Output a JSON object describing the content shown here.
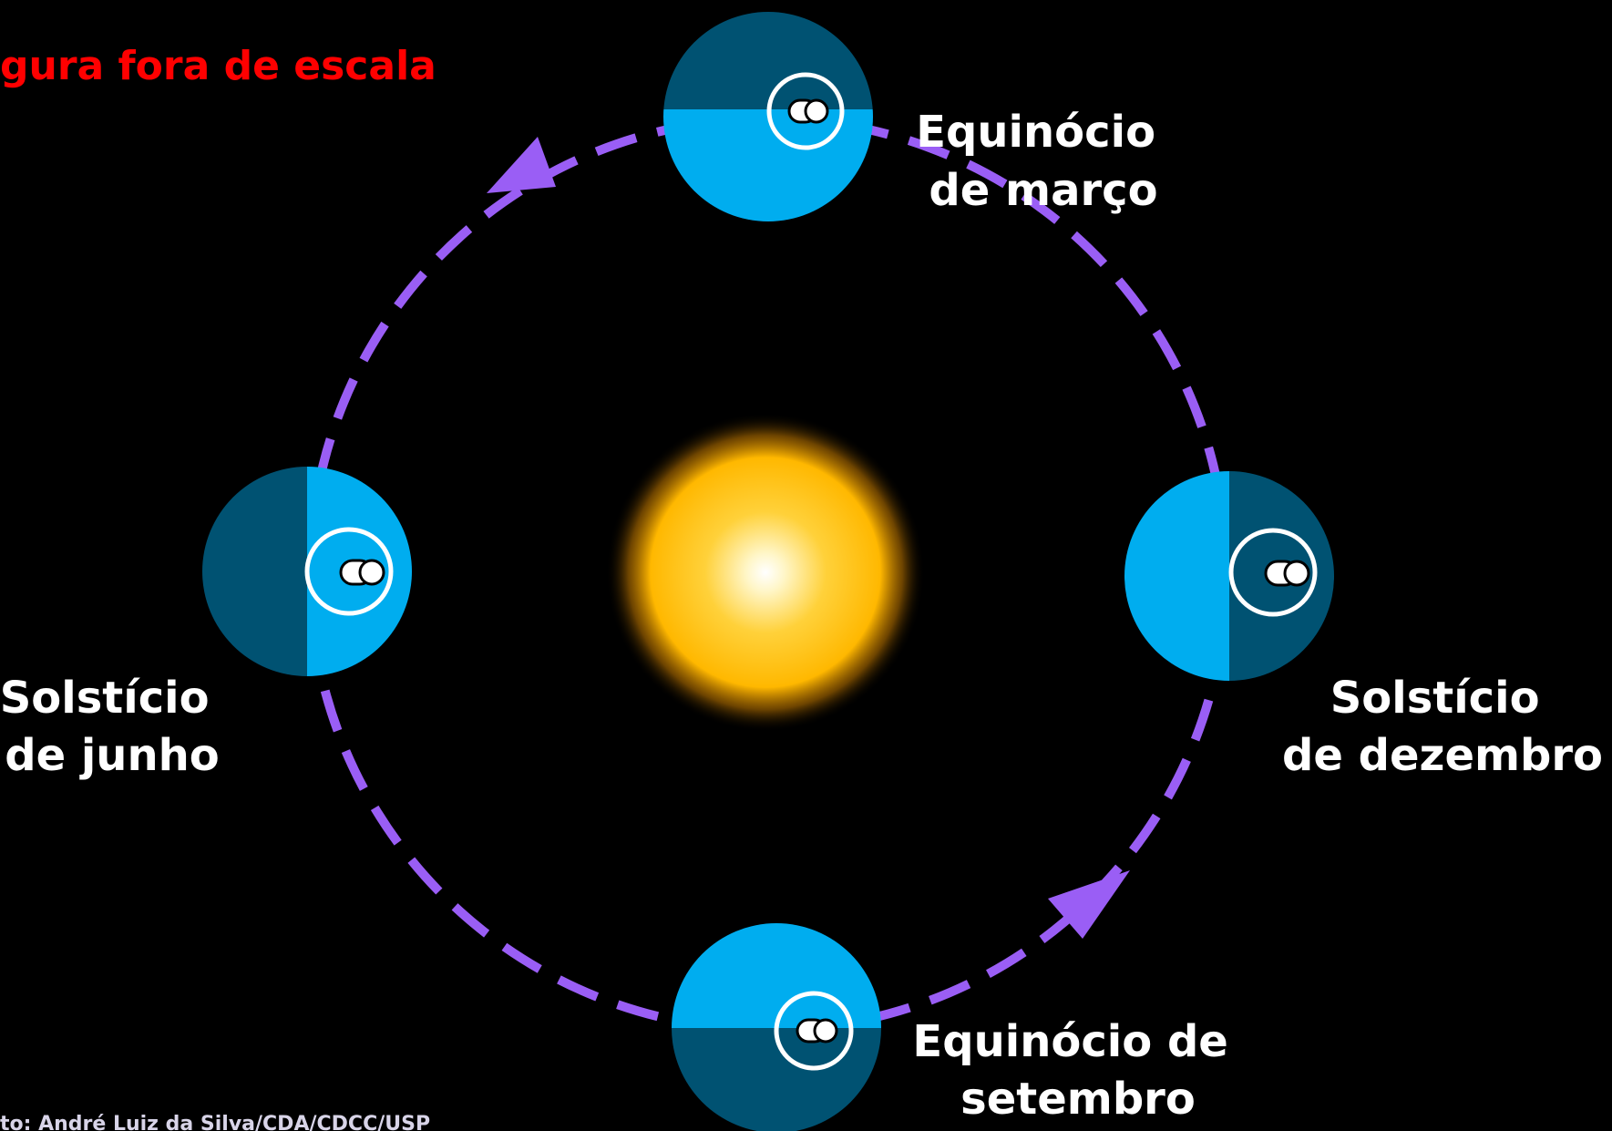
{
  "warning": {
    "text": "gura fora de escala",
    "color": "#ff0000"
  },
  "credit": {
    "text": "to: André Luiz da Silva/CDA/CDCC/USP"
  },
  "colors": {
    "background": "#000000",
    "orbit": "#9a5ef5",
    "earth_lit": "#00adef",
    "earth_dark": "#005272",
    "sun_core": "#ffffff",
    "sun_body": "#ffc20e",
    "label": "#ffffff"
  },
  "icons": {
    "sun": "sun-icon",
    "earth": "earth-icon",
    "observer": "observer-icon",
    "orbit_arrow": "arrow-icon"
  },
  "positions": [
    {
      "id": "march-equinox",
      "line1": "Equinócio",
      "line2": "de março"
    },
    {
      "id": "june-solstice",
      "line1": "Solstício",
      "line2": "de junho"
    },
    {
      "id": "december-solstice",
      "line1": "Solstício",
      "line2": "de dezembro"
    },
    {
      "id": "september-equinox",
      "line1": "Equinócio de",
      "line2": "setembro"
    }
  ]
}
